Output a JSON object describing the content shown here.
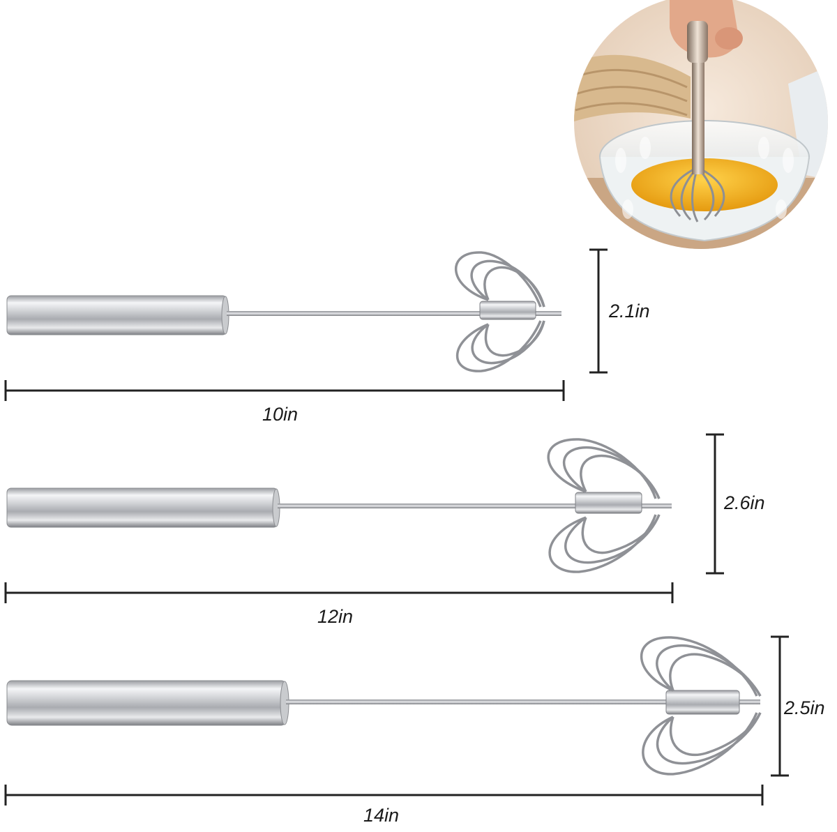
{
  "whisks": [
    {
      "length_label": "10in",
      "height_label": "2.1in"
    },
    {
      "length_label": "12in",
      "height_label": "2.6in"
    },
    {
      "length_label": "14in",
      "height_label": "2.5in"
    }
  ],
  "colors": {
    "dimension_line": "#222222",
    "steel_dark": "#8a8c90",
    "steel_light": "#f2f3f5",
    "egg_yolk": "#f2b21a",
    "glass": "#e8eef2"
  },
  "icons": [
    "whisk-illustration",
    "bowl-photo"
  ]
}
